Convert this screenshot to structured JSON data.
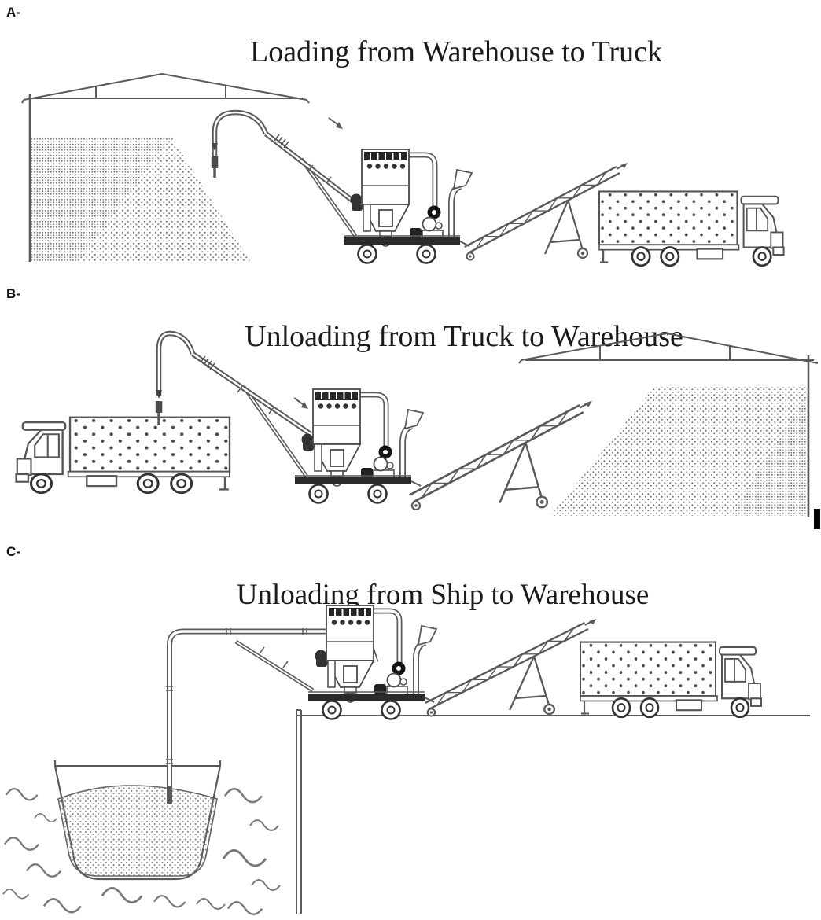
{
  "page": {
    "background": "#ffffff"
  },
  "panels": [
    {
      "id": "A",
      "label": "A-",
      "title": "Loading from Warehouse to Truck"
    },
    {
      "id": "B",
      "label": "B-",
      "title": "Unloading from Truck to Warehouse"
    },
    {
      "id": "C",
      "label": "C-",
      "title": "Unloading from Ship to Warehouse"
    }
  ],
  "colors": {
    "line": "#5a5a5a",
    "dark_fill": "#222222",
    "grain_dot": "#6f6f6f",
    "title_text": "#1b1b1b",
    "cursor": "#000000"
  }
}
